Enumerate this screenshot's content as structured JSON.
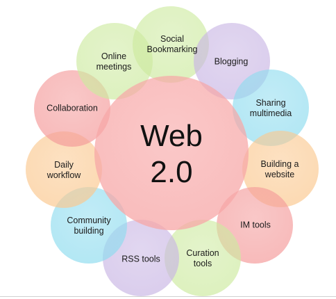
{
  "diagram": {
    "center": {
      "label": "Web\n2.0",
      "color": "#f7a7a7"
    },
    "nodes": [
      {
        "id": "social-bookmarking",
        "label": "Social\nBookmarking",
        "color": "#cdeaa0"
      },
      {
        "id": "blogging",
        "label": "Blogging",
        "color": "#c9b6e4"
      },
      {
        "id": "sharing-multimedia",
        "label": "Sharing\nmultimedia",
        "color": "#8fdcef"
      },
      {
        "id": "building-a-website",
        "label": "Building a\nwebsite",
        "color": "#fbc88f"
      },
      {
        "id": "im-tools",
        "label": "IM tools",
        "color": "#f49a9a"
      },
      {
        "id": "curation-tools",
        "label": "Curation\ntools",
        "color": "#cdeaa0"
      },
      {
        "id": "rss-tools",
        "label": "RSS tools",
        "color": "#c9b6e4"
      },
      {
        "id": "community-building",
        "label": "Community\nbuilding",
        "color": "#8fdcef"
      },
      {
        "id": "daily-workflow",
        "label": "Daily\nworkflow",
        "color": "#fbc88f"
      },
      {
        "id": "collaboration",
        "label": "Collaboration",
        "color": "#f49a9a"
      },
      {
        "id": "online-meetings",
        "label": "Online\nmeetings",
        "color": "#cdeaa0"
      }
    ]
  }
}
